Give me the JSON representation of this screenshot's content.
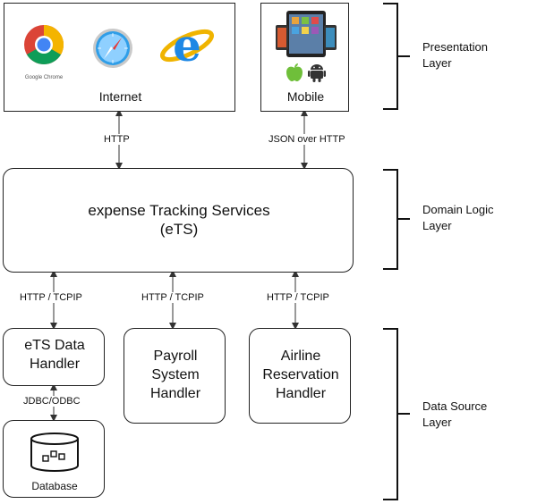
{
  "presentation": {
    "internet_label": "Internet",
    "mobile_label": "Mobile",
    "chrome_caption": "Google Chrome"
  },
  "domain": {
    "line1": "expense Tracking Services",
    "line2": "(eTS)"
  },
  "datasource": {
    "ets_handler": [
      "eTS Data",
      "Handler"
    ],
    "payroll_handler": [
      "Payroll",
      "System",
      "Handler"
    ],
    "airline_handler": [
      "Airline",
      "Reservation",
      "Handler"
    ],
    "database_label": "Database"
  },
  "connectors": {
    "internet_http": "HTTP",
    "mobile_json": "JSON over HTTP",
    "ets_http": "HTTP / TCPIP",
    "payroll_http": "HTTP / TCPIP",
    "airline_http": "HTTP / TCPIP",
    "jdbc": "JDBC/ODBC"
  },
  "layers": {
    "presentation": [
      "Presentation",
      "Layer"
    ],
    "domain": [
      "Domain Logic",
      "Layer"
    ],
    "datasource": [
      "Data Source",
      "Layer"
    ]
  },
  "icons": {
    "browsers": [
      "chrome-icon",
      "safari-icon",
      "internet-explorer-icon"
    ],
    "mobile": [
      "tablet-icon",
      "apple-icon",
      "android-icon"
    ],
    "database": "database-icon"
  }
}
